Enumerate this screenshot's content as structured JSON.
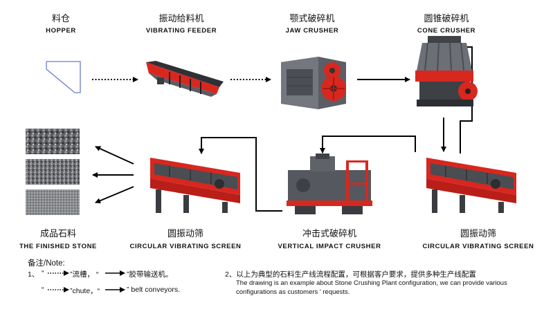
{
  "stages": {
    "hopper": {
      "cn": "料仓",
      "en": "HOPPER"
    },
    "vibrating_feeder": {
      "cn": "振动给料机",
      "en": "VIBRATING  FEEDER"
    },
    "jaw_crusher": {
      "cn": "颚式破碎机",
      "en": "JAW  CRUSHER"
    },
    "cone_crusher": {
      "cn": "圆锥破碎机",
      "en": "CONE  CRUSHER"
    },
    "finished_stone": {
      "cn": "成品石料",
      "en": "THE FINISHED STONE"
    },
    "screen_left": {
      "cn": "圆振动筛",
      "en": "CIRCULAR VIBRATING SCREEN"
    },
    "vertical_impact": {
      "cn": "冲击式破碎机",
      "en": "VERTICAL IMPACT CRUSHER"
    },
    "screen_right": {
      "cn": "圆振动筛",
      "en": "CIRCULAR VIBRATING SCREEN"
    }
  },
  "notes": {
    "title": "备注/Note:",
    "item1_num": "1、",
    "item1_cn_a": "“",
    "item1_cn_b": "”流槽，  “",
    "item1_cn_c": "”胶带输送机。",
    "item1_en_a": "“",
    "item1_en_b": "”chute，“",
    "item1_en_c": "”  belt conveyors.",
    "item2_cn": "2、以上为典型的石料生产线流程配置，可根据客户要求，提供多种生产线配置",
    "item2_en_1": "The drawing is an example about Stone Crushing Plant configuration, we can provide various",
    "item2_en_2": "configurations as customers ' requests."
  },
  "colors": {
    "machine_red": "#d8271f",
    "machine_grey": "#4a4d52",
    "arrow": "#000000"
  }
}
